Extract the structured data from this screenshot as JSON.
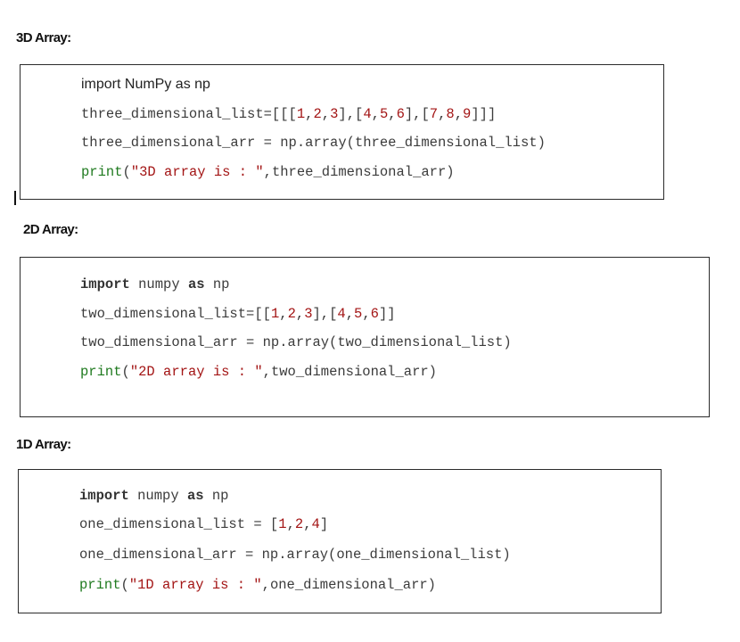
{
  "sections": {
    "three_d": {
      "heading": "3D Array:",
      "line1": "import NumPy as np",
      "line2": {
        "a": "three_dimensional_list=[[[",
        "n1": "1",
        "c1": ",",
        "n2": "2",
        "c2": ",",
        "n3": "3",
        "b1": "],[",
        "n4": "4",
        "c3": ",",
        "n5": "5",
        "c4": ",",
        "n6": "6",
        "b2": "],[",
        "n7": "7",
        "c5": ",",
        "n8": "8",
        "c6": ",",
        "n9": "9",
        "b3": "]]]"
      },
      "line3": "three_dimensional_arr = np.array(three_dimensional_list)",
      "line4": {
        "fn": "print",
        "open": "(",
        "str": "\"3D array is : \"",
        "rest": ",three_dimensional_arr)"
      }
    },
    "two_d": {
      "heading": "2D Array:",
      "line1": {
        "kw1": "import",
        "mid": " numpy ",
        "kw2": "as",
        "end": " np"
      },
      "line2": {
        "a": "two_dimensional_list=[[",
        "n1": "1",
        "c1": ",",
        "n2": "2",
        "c2": ",",
        "n3": "3",
        "b1": "],[",
        "n4": "4",
        "c3": ",",
        "n5": "5",
        "c4": ",",
        "n6": "6",
        "b2": "]]"
      },
      "line3": "two_dimensional_arr = np.array(two_dimensional_list)",
      "line4": {
        "fn": "print",
        "open": "(",
        "str": "\"2D array is : \"",
        "rest": ",two_dimensional_arr)"
      }
    },
    "one_d": {
      "heading": "1D Array:",
      "line1": {
        "kw1": "import",
        "mid": " numpy ",
        "kw2": "as",
        "end": " np"
      },
      "line2": {
        "a": "one_dimensional_list = [",
        "n1": "1",
        "c1": ",",
        "n2": "2",
        "c2": ",",
        "n3": "4",
        "b1": "]"
      },
      "line3": "one_dimensional_arr = np.array(one_dimensional_list)",
      "line4": {
        "fn": "print",
        "open": "(",
        "str": "\"1D array is : \"",
        "rest": ",one_dimensional_arr)"
      }
    }
  }
}
